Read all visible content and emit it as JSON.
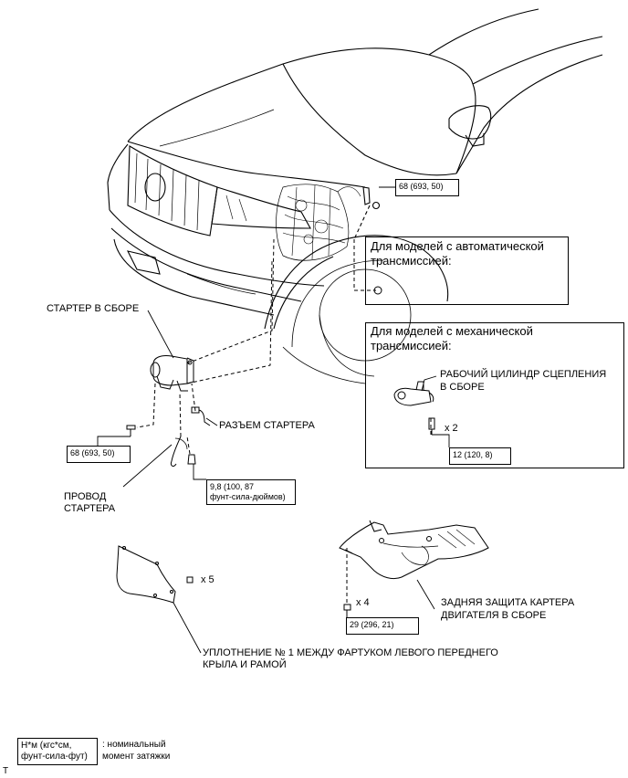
{
  "labels": {
    "starter_assy": "СТАРТЕР В СБОРЕ",
    "starter_connector": "РАЗЪЕМ СТАРТЕРА",
    "starter_wire_1": "ПРОВОД",
    "starter_wire_2": "СТАРТЕРА",
    "clutch_cyl_1": "РАБОЧИЙ ЦИЛИНДР СЦЕПЛЕНИЯ",
    "clutch_cyl_2": "В СБОРЕ",
    "rear_cover_1": "ЗАДНЯЯ ЗАЩИТА КАРТЕРА",
    "rear_cover_2": "ДВИГАТЕЛЯ В СБОРЕ",
    "seal_1": "УПЛОТНЕНИЕ № 1 МЕЖДУ ФАРТУКОМ ЛЕВОГО ПЕРЕДНЕГО",
    "seal_2": "КРЫЛА И РАМОЙ"
  },
  "boxes": {
    "automatic_1": "Для моделей с автоматической",
    "automatic_2": "трансмиссией:",
    "manual_1": "Для моделей с механической",
    "manual_2": "трансмиссией:"
  },
  "torques": {
    "top_bolt": "68 (693, 50)",
    "left_bolt": "68 (693, 50)",
    "terminal_nut_1": "9,8 (100, 87",
    "terminal_nut_2": "фунт-сила-дюймов)",
    "clutch_bolt": "12 (120, 8)",
    "cover_bolt": "29 (296, 21)"
  },
  "quantities": {
    "clutch_bolts": "x 2",
    "seal_clips": "x 5",
    "cover_bolts": "x 4"
  },
  "legend": {
    "unit_1": "Н*м (кгс*см,",
    "unit_2": "фунт-сила-фут)",
    "desc_1": ": номинальный",
    "desc_2": "момент затяжки"
  },
  "corner_mark": "T"
}
